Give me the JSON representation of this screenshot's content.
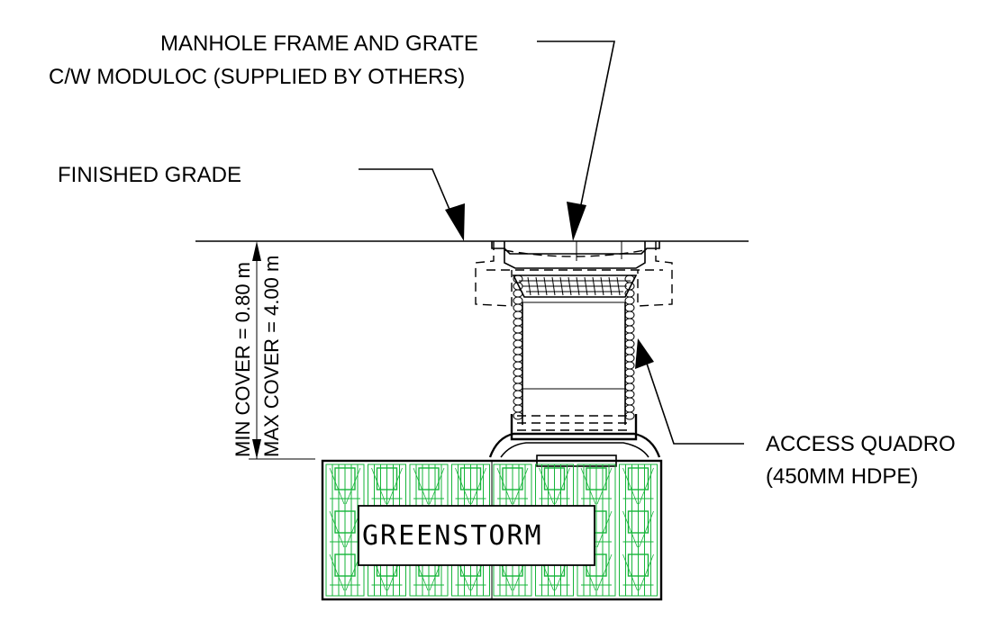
{
  "labels": {
    "manhole_line1": "MANHOLE FRAME AND GRATE",
    "manhole_line2": "C/W MODULOC (SUPPLIED BY OTHERS)",
    "finished_grade": "FINISHED GRADE",
    "access_line1": "ACCESS QUADRO",
    "access_line2": "(450MM HDPE)",
    "min_cover": "MIN COVER = 0.80 m",
    "max_cover": "MAX COVER = 4.00 m",
    "tank_brand": "GREENSTORM"
  },
  "colors": {
    "line": "#000000",
    "tank_grid": "#16b53a",
    "background": "#ffffff"
  }
}
